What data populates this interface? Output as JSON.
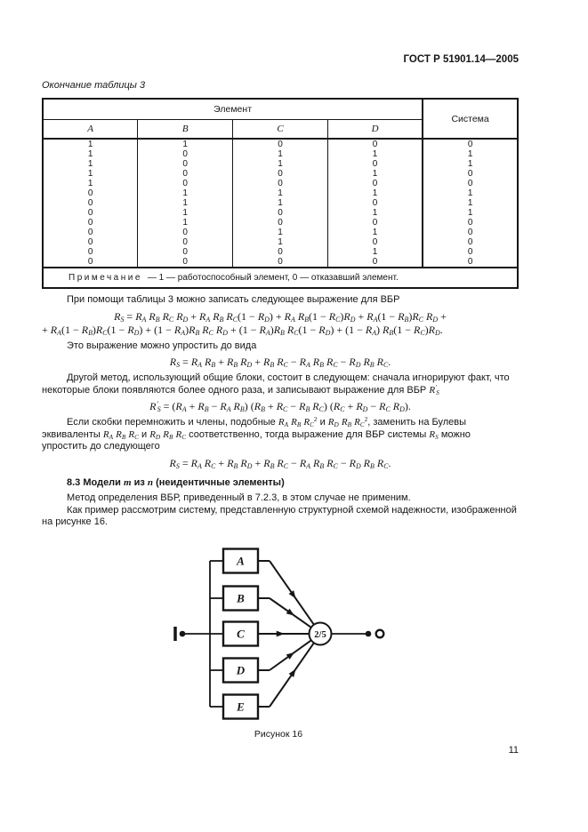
{
  "page": {
    "header": "ГОСТ Р 51901.14—2005",
    "number": "11"
  },
  "table": {
    "continuation_label": "Окончание таблицы 3",
    "header_group": "Элемент",
    "system_column": "Система",
    "element_columns": [
      "A",
      "B",
      "C",
      "D"
    ],
    "rows": [
      [
        "1",
        "1",
        "0",
        "0",
        "0"
      ],
      [
        "1",
        "0",
        "1",
        "1",
        "1"
      ],
      [
        "1",
        "0",
        "1",
        "0",
        "1"
      ],
      [
        "1",
        "0",
        "0",
        "1",
        "0"
      ],
      [
        "1",
        "0",
        "0",
        "0",
        "0"
      ],
      [
        "0",
        "1",
        "1",
        "1",
        "1"
      ],
      [
        "0",
        "1",
        "1",
        "0",
        "1"
      ],
      [
        "0",
        "1",
        "0",
        "1",
        "1"
      ],
      [
        "0",
        "1",
        "0",
        "0",
        "0"
      ],
      [
        "0",
        "0",
        "1",
        "1",
        "0"
      ],
      [
        "0",
        "0",
        "1",
        "0",
        "0"
      ],
      [
        "0",
        "0",
        "0",
        "1",
        "0"
      ],
      [
        "0",
        "0",
        "0",
        "0",
        "0"
      ]
    ],
    "note_label": "Примечание",
    "note_text": "— 1 — работоспособный элемент, 0 — отказавший элемент."
  },
  "content": {
    "p1": "При помощи таблицы 3 можно записать следующее выражение для ВБР",
    "formula1_line1": "R_S = R_A R_B R_C R_D + R_A R_B R_C(1 − R_D) + R_A R_B(1 − R_C)R_D + R_A(1 − R_B)R_C R_D +",
    "formula1_line2": "+ R_A(1 − R_B)R_C(1 − R_D) + (1 − R_A)R_B R_C R_D + (1 − R_A)R_B R_C(1 − R_D) + (1 − R_A) R_B(1 − R_C)R_D.",
    "p2": "Это выражение можно упростить до вида",
    "formula2": "R_S = R_A R_B + R_B R_D + R_B R_C − R_A R_B R_C − R_D R_B R_C.",
    "p3": "Другой метод, использующий общие блоки, состоит в следующем: сначала игнорируют факт, что некоторые блоки появляются более одного раза, и записывают выражение для ВБР R'_S",
    "formula3": "R'_S = (R_A + R_B − R_A R_B) (R_B + R_C − R_B R_C) (R_C + R_D − R_C R_D).",
    "p4": "Если скобки перемножить и члены, подобные R_A R_B R_C^2 и R_D R_B R_C^2, заменить на Булевы эквиваленты R_A R_B R_C и R_D R_B R_C соответственно, тогда выражение для ВБР системы R_S можно упростить до следующего",
    "formula4": "R_S = R_A R_C + R_B R_D + R_B R_C − R_A R_B R_C − R_D R_B R_C.",
    "heading_8_3": "8.3  Модели *m* из *n* (неидентичные элементы)",
    "p5": "Метод определения ВБР, приведенный в 7.2.3, в этом случае не применим.",
    "p6": "Как пример рассмотрим систему, представленную структурной схемой надежности, изображенной на рисунке 16."
  },
  "figure": {
    "blocks": [
      "A",
      "B",
      "C",
      "D",
      "E"
    ],
    "gate_label": "2/5",
    "input_label": "I",
    "output_label": "O",
    "caption": "Рисунок 16"
  }
}
